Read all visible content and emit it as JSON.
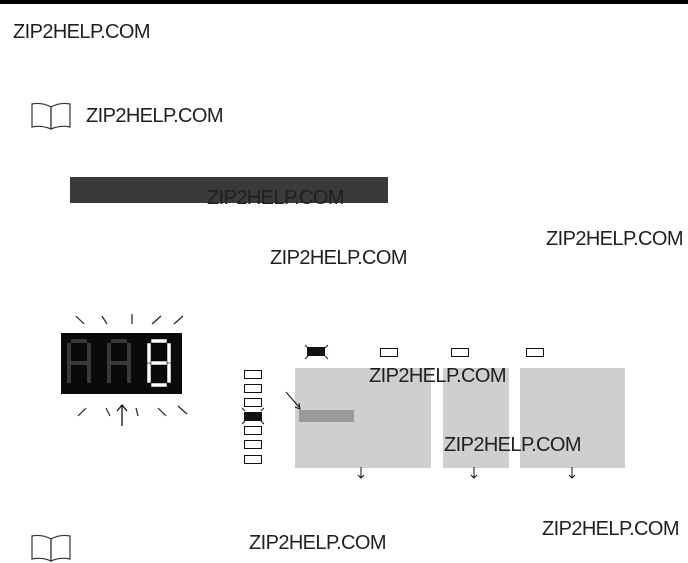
{
  "watermarks": {
    "header": "ZIP2HELP.COM",
    "book_caption": "ZIP2HELP.COM",
    "bar_overlay": "ZIP2HELP.COM",
    "right_upper": "ZIP2HELP.COM",
    "center_upper": "ZIP2HELP.COM",
    "diagram_top": "ZIP2HELP.COM",
    "diagram_mid": "ZIP2HELP.COM",
    "bottom_right": "ZIP2HELP.COM",
    "bottom_center": "ZIP2HELP.COM"
  },
  "display": {
    "digits": [
      "A",
      "A",
      "8"
    ],
    "blinking_digit_index": 2,
    "lit_color": "#ffffff",
    "unlit_color": "#3a3a3a",
    "bg_color": "#0a0a0a"
  },
  "icons": {
    "book": "open-book-icon",
    "arrow_up": "arrow-up-icon",
    "arrow_down": "arrow-down-icon",
    "blink_rays": "blink-rays-icon"
  },
  "indicators": {
    "top_row": [
      "filled",
      "empty",
      "empty",
      "empty"
    ],
    "left_column": [
      "empty",
      "empty",
      "empty",
      "filled",
      "empty",
      "empty",
      "empty"
    ]
  }
}
